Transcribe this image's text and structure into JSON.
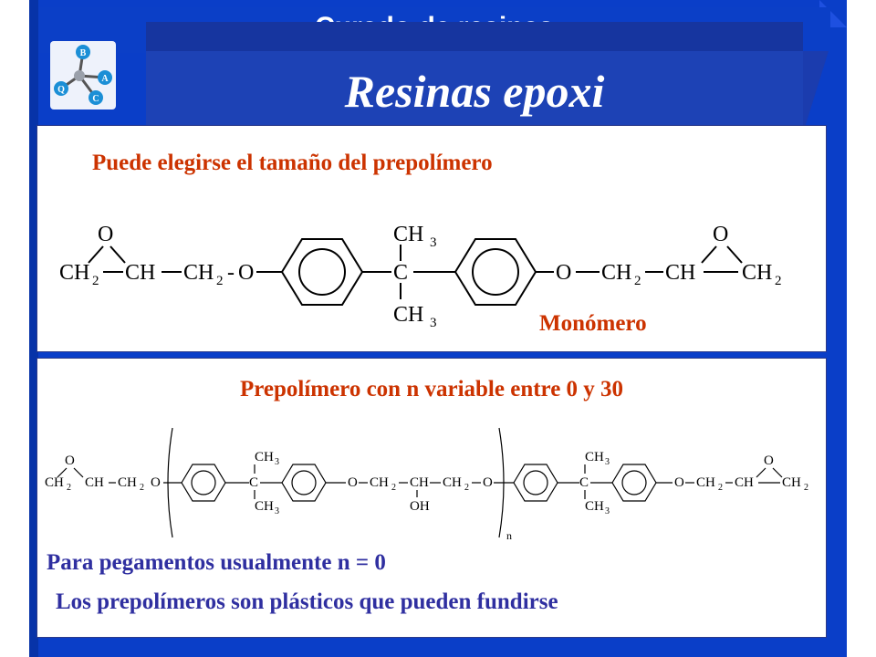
{
  "header": {
    "subtitle": "Curado de resinas",
    "title": "Resinas epoxi"
  },
  "logo": {
    "letters": [
      "B",
      "A",
      "C",
      "Q"
    ],
    "icon": "molecule-abc-logo"
  },
  "panel1": {
    "heading": "Puede elegirse el tamaño del prepolímero",
    "caption": "Monómero",
    "formula_labels": {
      "o_epox_left": "O",
      "ch2_left": "CH",
      "ch_left": "CH",
      "ch2b_left": "CH",
      "o_ether_left": "O",
      "c_center": "C",
      "ch3_top": "CH",
      "ch3_bottom": "CH",
      "o_ether_right": "O",
      "ch2_right": "CH",
      "ch_right": "CH",
      "ch2b_right": "CH",
      "o_epox_right": "O",
      "sub2": "2",
      "sub3": "3",
      "dash": "-"
    }
  },
  "panel2": {
    "heading": "Prepolímero con n variable entre 0 y 30",
    "subscript_n": "n",
    "line1": "Para pegamentos usualmente n = 0",
    "line2": "Los prepolímeros son plásticos que pueden fundirse",
    "formula_labels": {
      "o": "O",
      "ch2": "CH",
      "ch": "CH",
      "c": "C",
      "ch3": "CH",
      "oh": "OH",
      "sub2": "2",
      "sub3": "3"
    }
  },
  "colors": {
    "frame": "#0a3ec8",
    "red_text": "#cc3300",
    "blue_text": "#2f2fa0"
  }
}
